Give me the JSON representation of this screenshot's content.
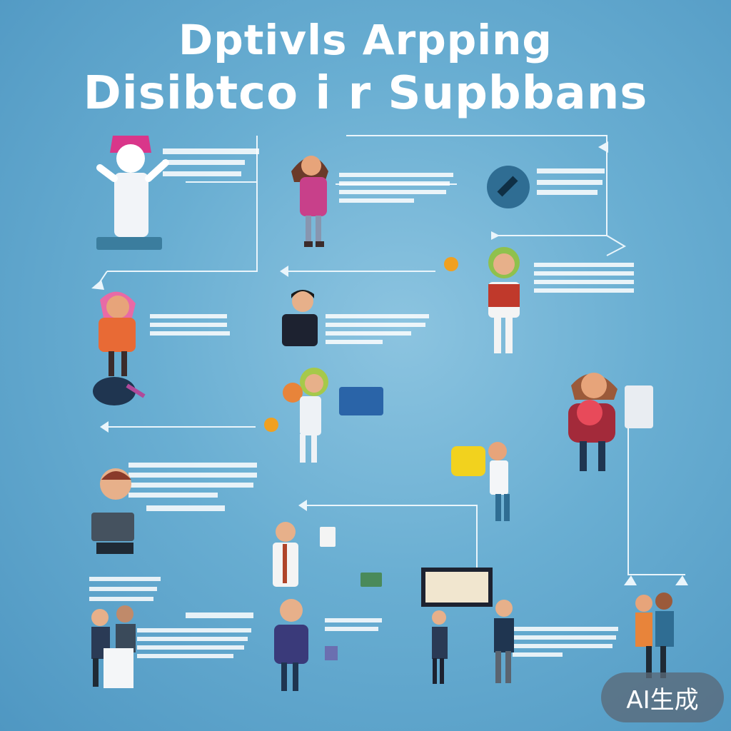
{
  "title_line1": "Dptivls Arpping",
  "title_line2": "Disibtco i   r Supbbans",
  "watermark": "AI生成",
  "colors": {
    "background": "#69aed2",
    "line": "#e8f4fb",
    "text": "#ffffff"
  }
}
